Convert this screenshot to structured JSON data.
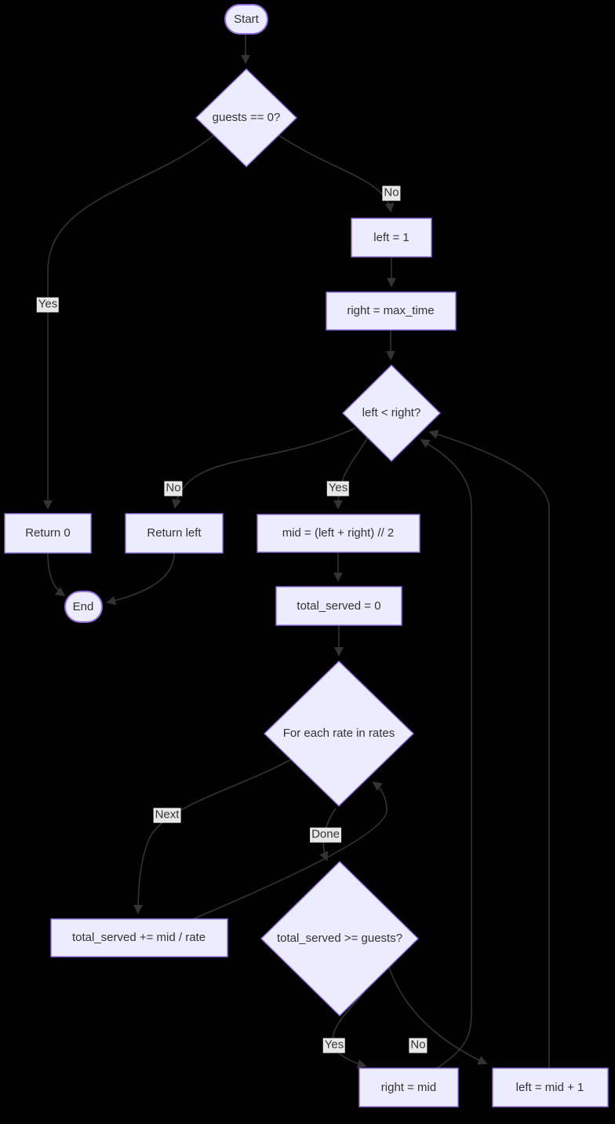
{
  "diagram": {
    "colors": {
      "background": "#000000",
      "node_fill": "#ECECFF",
      "node_border": "#9370DB",
      "edge_line": "#333333",
      "edge_label_background": "#e8e8e8",
      "text": "#333333"
    },
    "nodes": {
      "start": "Start",
      "check_guests": "guests == 0?",
      "set_left": "left = 1",
      "set_right": "right = max_time",
      "loop_cond": "left < right?",
      "return_zero": "Return 0",
      "return_left": "Return left",
      "calc_mid": "mid = (left + right) // 2",
      "end": "End",
      "init_total": "total_served = 0",
      "for_each": "For each rate in rates",
      "accumulate": "total_served += mid / rate",
      "check_total": "total_served >= guests?",
      "set_right_mid": "right = mid",
      "set_left_mid": "left = mid + 1"
    },
    "edge_labels": {
      "guests_yes": "Yes",
      "guests_no": "No",
      "loop_no": "No",
      "loop_yes": "Yes",
      "for_each_next": "Next",
      "for_each_done": "Done",
      "total_yes": "Yes",
      "total_no": "No"
    }
  }
}
